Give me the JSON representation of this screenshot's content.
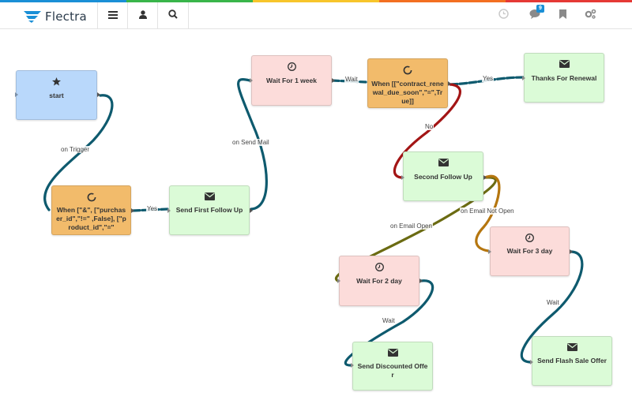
{
  "app": {
    "logo_text": "Flectra",
    "brand_colors": [
      "#1a8fd6",
      "#39b54a",
      "#f7c52b",
      "#f36f21",
      "#e53935"
    ]
  },
  "nav": {
    "menu_icon": "hamburger-icon",
    "user_icon": "user-icon",
    "search_icon": "search-icon"
  },
  "systray": {
    "activity_icon": "clock-icon",
    "messages_icon": "chat-icon",
    "messages_count": "9",
    "bookmark_icon": "bookmark-icon",
    "settings_icon": "cogs-icon"
  },
  "nodes": {
    "start": {
      "label": "start",
      "icon": "star-icon",
      "color": "#b9d8fb"
    },
    "when1": {
      "label": "When [\"&\", [\"purchaser_id\",\"!=\" ,False], [\"product_id\",\"=\"",
      "icon": "spinner-icon",
      "color": "#f2bb6b"
    },
    "send_first": {
      "label": "Send First Follow Up",
      "icon": "envelope-icon",
      "color": "#dbfbd7"
    },
    "wait_week": {
      "label": "Wait For 1 week",
      "icon": "clock-icon",
      "color": "#fcdcda"
    },
    "when2": {
      "label": "When [[\"contract_renewal_due_soon\",\"=\",True]]",
      "icon": "spinner-icon",
      "color": "#f2bb6b"
    },
    "thanks": {
      "label": "Thanks For Renewal",
      "icon": "envelope-icon",
      "color": "#dbfbd7"
    },
    "second": {
      "label": "Second Follow Up",
      "icon": "envelope-icon",
      "color": "#dbfbd7"
    },
    "wait3": {
      "label": "Wait For 3 day",
      "icon": "clock-icon",
      "color": "#fcdcda"
    },
    "wait2": {
      "label": "Wait For 2 day",
      "icon": "clock-icon",
      "color": "#fcdcda"
    },
    "discount": {
      "label": "Send Discounted Offer",
      "icon": "envelope-icon",
      "color": "#dbfbd7"
    },
    "flash": {
      "label": "Send Flash Sale Offer",
      "icon": "envelope-icon",
      "color": "#dbfbd7"
    }
  },
  "edges": {
    "on_trigger": "on Trigger",
    "yes1": "Yes",
    "on_send_mail": "on Send Mail",
    "wait1": "Wait",
    "yes2": "Yes",
    "no": "No",
    "on_email_open": "on Email Open",
    "on_email_not_open": "on Email Not Open",
    "wait2": "Wait",
    "wait3": "Wait"
  },
  "wire_colors": {
    "default": "#0e5a6e",
    "no": "#a31515",
    "email_open": "#6b6b12",
    "email_not_open": "#b5760f"
  }
}
